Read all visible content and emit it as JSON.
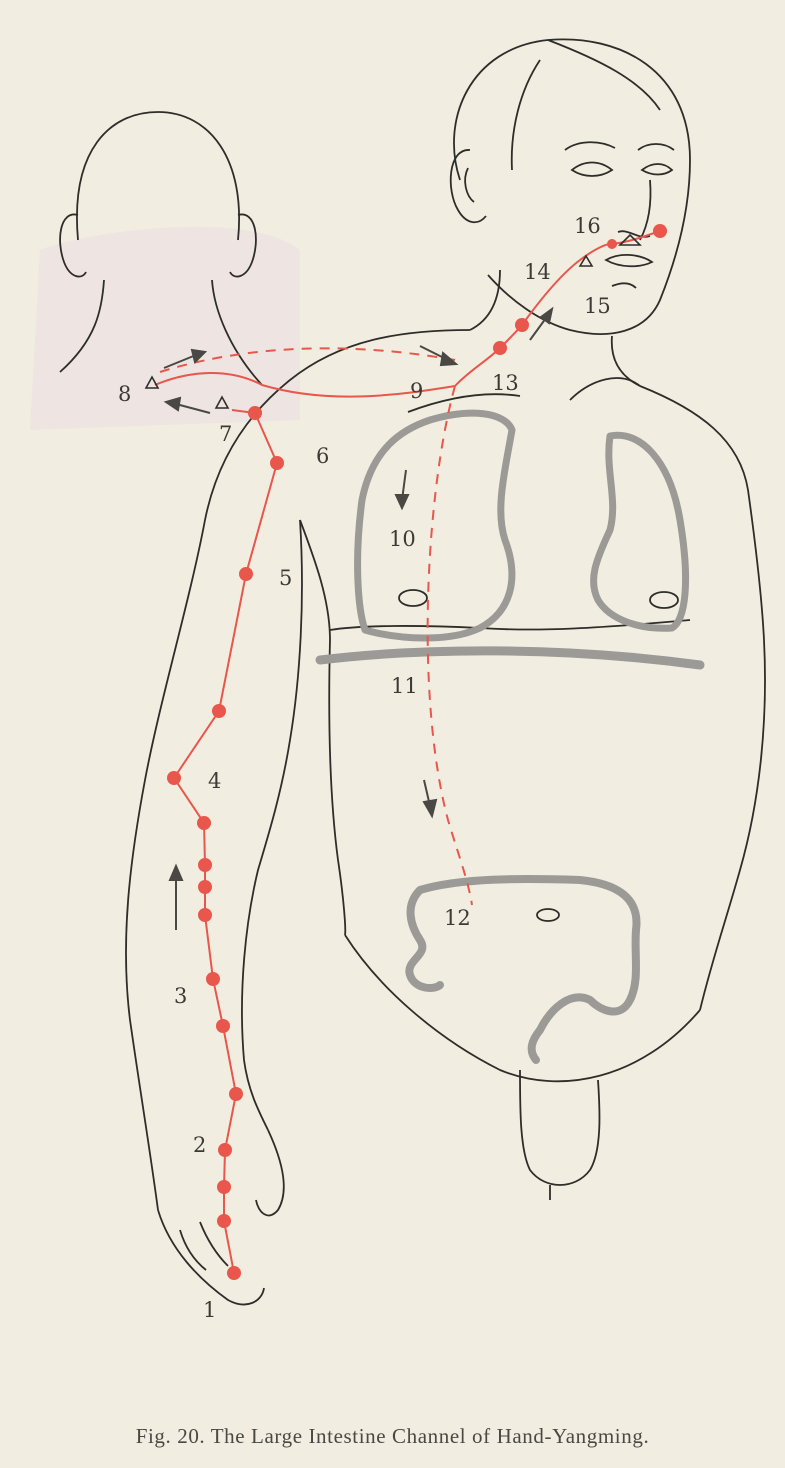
{
  "figure": {
    "point_labels": [
      "1",
      "2",
      "3",
      "4",
      "5",
      "6",
      "7",
      "8",
      "9",
      "10",
      "11",
      "12",
      "13",
      "14",
      "15",
      "16"
    ],
    "caption": "Fig. 20.  The Large Intestine Channel of Hand-Yangming."
  },
  "colors": {
    "background": "#f1ede0",
    "line_art": "#2f2d2a",
    "channel": "#e8564c",
    "organ_outline": "#9c9a96"
  }
}
